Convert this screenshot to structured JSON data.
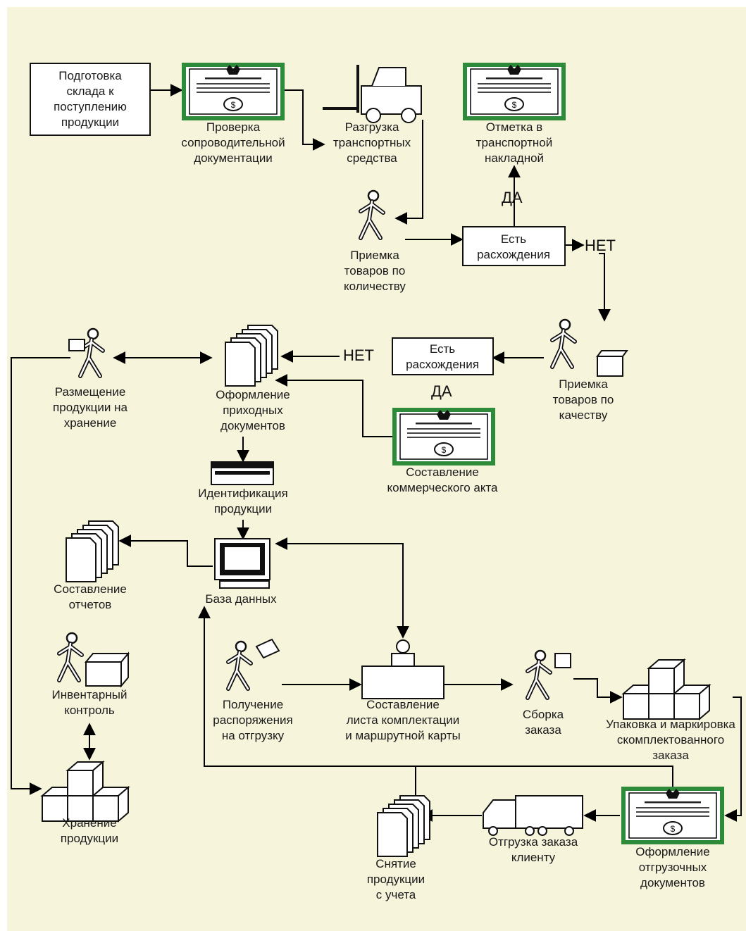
{
  "nodes": {
    "prep": [
      "Подготовка",
      "склада к",
      "поступлению",
      "продукции"
    ],
    "check_docs": [
      "Проверка",
      "сопроводительной",
      "документации"
    ],
    "unload": [
      "Разгрузка",
      "транспортных",
      "средства"
    ],
    "mark_waybill": [
      "Отметка в",
      "транспортной",
      "накладной"
    ],
    "accept_qty": [
      "Приемка",
      "товаров по",
      "количеству"
    ],
    "discrepancy1": [
      "Есть",
      "расхождения"
    ],
    "accept_quality": [
      "Приемка",
      "товаров по",
      "качеству"
    ],
    "discrepancy2": [
      "Есть",
      "расхождения"
    ],
    "receipt_docs": [
      "Оформление",
      "приходных",
      "документов"
    ],
    "placement": [
      "Размещение",
      "продукции на",
      "хранение"
    ],
    "commercial_act": [
      "Составление",
      "коммерческого акта"
    ],
    "identification": [
      "Идентификация",
      "продукции"
    ],
    "database": [
      "База данных"
    ],
    "reports": [
      "Составление",
      "отчетов"
    ],
    "inventory": [
      "Инвентарный",
      "контроль"
    ],
    "storage": [
      "Хранение",
      "продукции"
    ],
    "shipping_order": [
      "Получение",
      "распоряжения",
      "на отгрузку"
    ],
    "picking_list": [
      "Составление",
      "листа комплектации",
      "и маршрутной карты"
    ],
    "assembly": [
      "Сборка",
      "заказа"
    ],
    "packing": [
      "Упаковка и маркировка",
      "скомплектованного",
      "заказа"
    ],
    "shipping_docs": [
      "Оформление",
      "отгрузочных",
      "документов"
    ],
    "ship_client": [
      "Отгрузка заказа",
      "клиенту"
    ],
    "write_off": [
      "Снятие",
      "продукции",
      "с учета"
    ]
  },
  "decisions": {
    "yes_1": "ДА",
    "no_1": "НЕТ",
    "no_2": "НЕТ",
    "yes_2": "ДА"
  },
  "colors": {
    "background": "#f7f4dc",
    "document_frame": "#2e8b3a",
    "line": "#000000"
  }
}
